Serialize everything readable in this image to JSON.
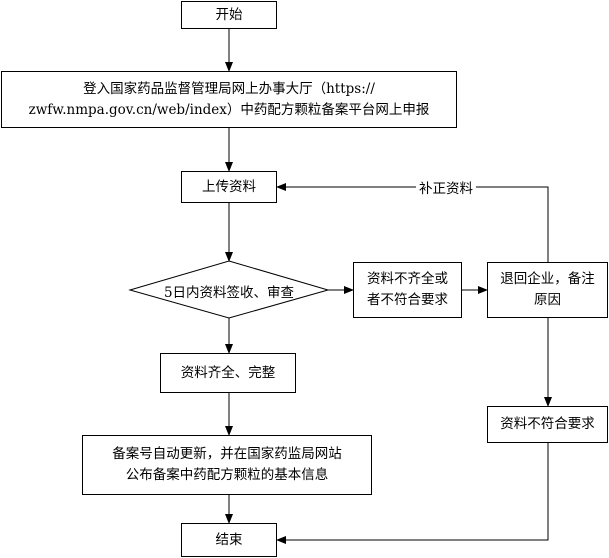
{
  "nodes": {
    "start": "开始",
    "submit": "登入国家药品监督管理局网上办事大厅（https://\nzwfw.nmpa.gov.cn/web/index）中药配方颗粒备案平台网上申报",
    "upload": "上传资料",
    "review": "5日内资料签收、审查",
    "complete": "资料齐全、完整",
    "incomplete": "资料不齐全或\n者不符合要求",
    "return": "退回企业，备注\n原因",
    "publish": "备案号自动更新，并在国家药监局网站\n公布备案中药配方颗粒的基本信息",
    "nonconform": "资料不符合要求",
    "end": "结束"
  },
  "labels": {
    "supplement": "补正资料"
  }
}
